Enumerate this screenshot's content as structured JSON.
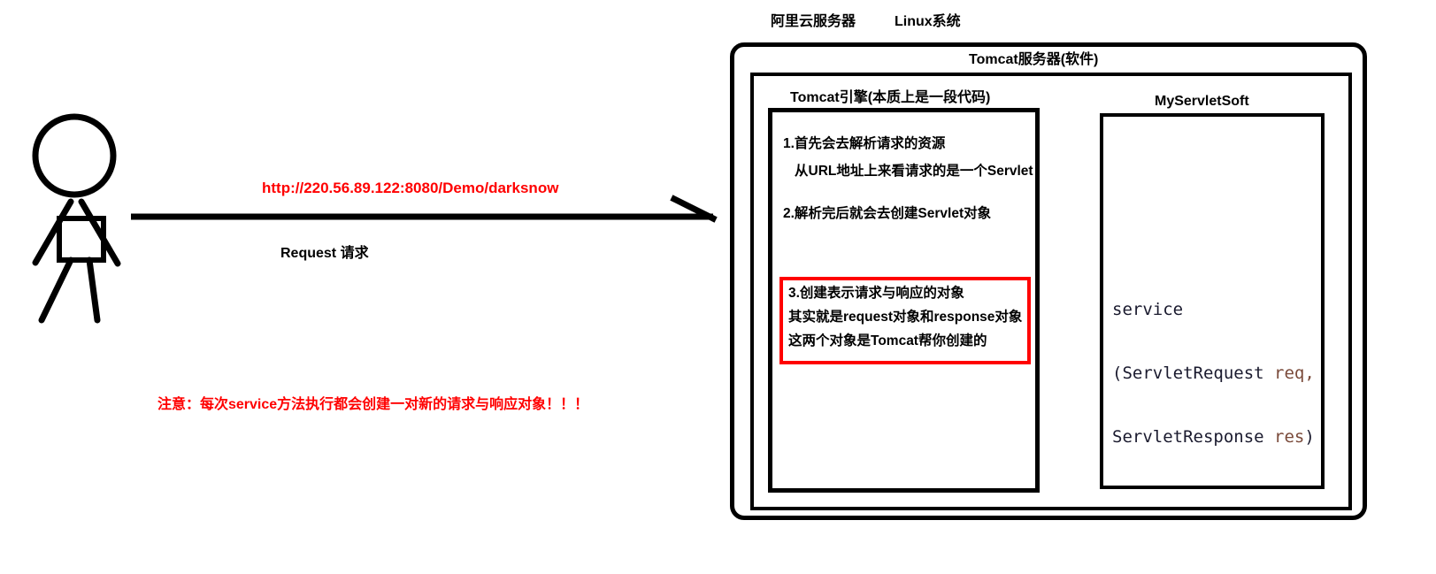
{
  "labels": {
    "cloud_server": "阿里云服务器",
    "linux_system": "Linux系统"
  },
  "outer_box": {
    "title": "Tomcat服务器(软件)"
  },
  "engine_box": {
    "title": "Tomcat引擎(本质上是一段代码)",
    "steps": [
      "1.首先会去解析请求的资源",
      "从URL地址上来看请求的是一个Servlet",
      "2.解析完后就会去创建Servlet对象"
    ],
    "highlight": {
      "border_color": "#ff0000",
      "lines": [
        "3.创建表示请求与响应的对象",
        "其实就是request对象和response对象",
        "这两个对象是Tomcat帮你创建的"
      ]
    }
  },
  "servlet_soft_box": {
    "title": "MyServletSoft",
    "code": {
      "line1": "service",
      "line2_prefix": "(ServletRequest ",
      "line2_var": "req",
      "line2_suffix": ",",
      "line3_prefix": "ServletResponse ",
      "line3_var": "res",
      "line3_suffix": ")",
      "keyword_color": "#1a1a2e",
      "variable_color": "#7a4a3a"
    }
  },
  "client": {
    "actor_name": "stick-figure-user",
    "url": "http://220.56.89.122:8080/Demo/darksnow",
    "url_color": "#ff0000",
    "request_label": "Request  请求",
    "note": "注意：每次service方法执行都会创建一对新的请求与响应对象！！！",
    "note_color": "#ff0000"
  }
}
